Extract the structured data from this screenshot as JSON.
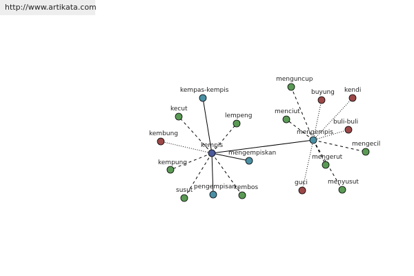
{
  "header": {
    "url": "http://www.artikata.com"
  },
  "colors": {
    "green": "#5a9a55",
    "red": "#9c4848",
    "teal": "#4a90a4",
    "center": "#4a5a9a",
    "edge": "#000000"
  },
  "graph": {
    "nodes": [
      {
        "id": "kempis",
        "label": "kempis",
        "kind": "center"
      },
      {
        "id": "mengempis",
        "label": "mengempis",
        "kind": "teal"
      },
      {
        "id": "kempas-kempis",
        "label": "kempas-kempis",
        "kind": "teal"
      },
      {
        "id": "mengempiskan",
        "label": "mengempiskan",
        "kind": "teal"
      },
      {
        "id": "pengempisan",
        "label": "pengempisan",
        "kind": "teal"
      },
      {
        "id": "kecut",
        "label": "kecut",
        "kind": "green"
      },
      {
        "id": "lempeng",
        "label": "lempeng",
        "kind": "green"
      },
      {
        "id": "kembung",
        "label": "kembung",
        "kind": "red"
      },
      {
        "id": "kempung",
        "label": "kempung",
        "kind": "green"
      },
      {
        "id": "susut",
        "label": "susut",
        "kind": "green"
      },
      {
        "id": "kembos",
        "label": "kembos",
        "kind": "green"
      },
      {
        "id": "menguncup",
        "label": "menguncup",
        "kind": "green"
      },
      {
        "id": "buyung",
        "label": "buyung",
        "kind": "red"
      },
      {
        "id": "kendi",
        "label": "kendi",
        "kind": "red"
      },
      {
        "id": "menciut",
        "label": "menciut",
        "kind": "green"
      },
      {
        "id": "buli-buli",
        "label": "buli-buli",
        "kind": "red"
      },
      {
        "id": "mengecil",
        "label": "mengecil",
        "kind": "green"
      },
      {
        "id": "mengerut",
        "label": "mengerut",
        "kind": "green"
      },
      {
        "id": "guci",
        "label": "guci",
        "kind": "red"
      },
      {
        "id": "menyusut",
        "label": "menyusut",
        "kind": "green"
      }
    ],
    "edges": [
      {
        "from": "kempis",
        "to": "mengempis",
        "style": "solid"
      },
      {
        "from": "kempis",
        "to": "kempas-kempis",
        "style": "solid"
      },
      {
        "from": "kempis",
        "to": "mengempiskan",
        "style": "solid"
      },
      {
        "from": "kempis",
        "to": "pengempisan",
        "style": "solid"
      },
      {
        "from": "kempis",
        "to": "kecut",
        "style": "dashed"
      },
      {
        "from": "kempis",
        "to": "lempeng",
        "style": "dashed"
      },
      {
        "from": "kempis",
        "to": "kembung",
        "style": "dotted"
      },
      {
        "from": "kempis",
        "to": "kempung",
        "style": "dashed"
      },
      {
        "from": "kempis",
        "to": "susut",
        "style": "dashed"
      },
      {
        "from": "kempis",
        "to": "kembos",
        "style": "dashed"
      },
      {
        "from": "mengempis",
        "to": "menguncup",
        "style": "dashed"
      },
      {
        "from": "mengempis",
        "to": "buyung",
        "style": "dotted"
      },
      {
        "from": "mengempis",
        "to": "kendi",
        "style": "dotted"
      },
      {
        "from": "mengempis",
        "to": "menciut",
        "style": "dashed"
      },
      {
        "from": "mengempis",
        "to": "buli-buli",
        "style": "dotted"
      },
      {
        "from": "mengempis",
        "to": "mengecil",
        "style": "dashed"
      },
      {
        "from": "mengempis",
        "to": "mengerut",
        "style": "dashed"
      },
      {
        "from": "mengempis",
        "to": "guci",
        "style": "dotted"
      },
      {
        "from": "mengempis",
        "to": "menyusut",
        "style": "dashed"
      }
    ]
  }
}
